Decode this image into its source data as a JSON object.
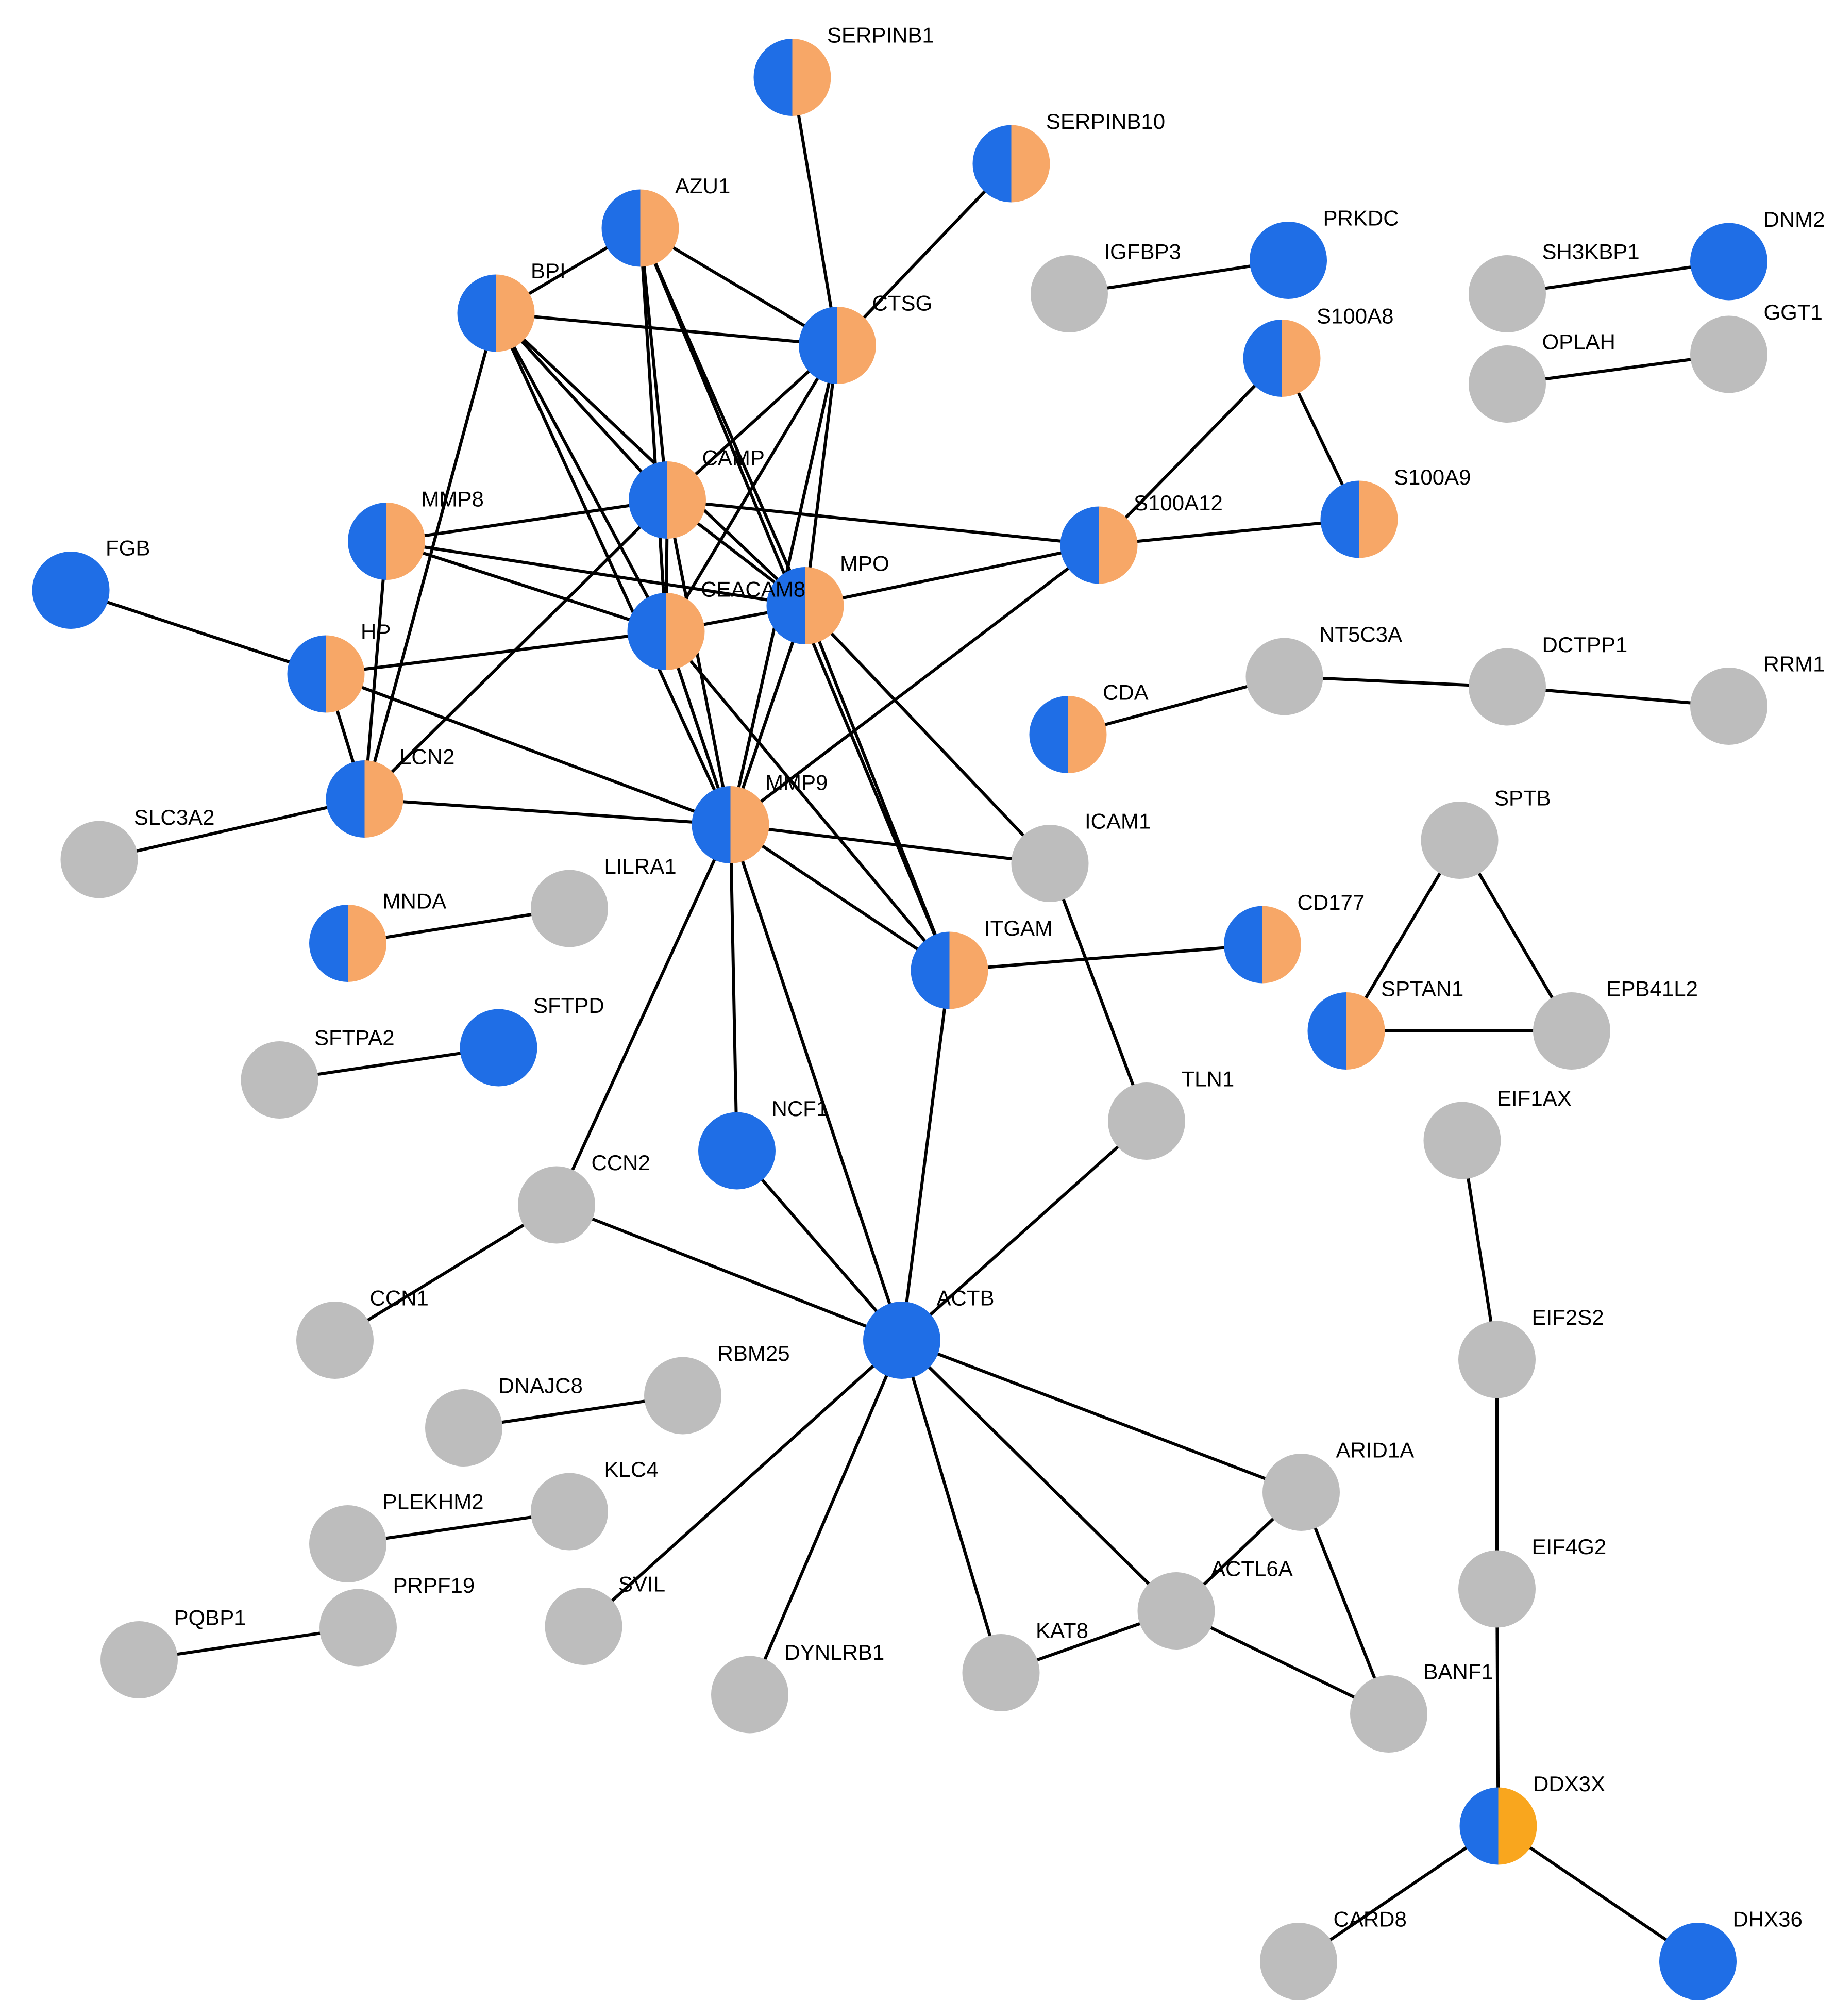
{
  "palette": {
    "blue": "#1f6ee6",
    "light_orange": "#f7a767",
    "orange": "#f9a61e",
    "grey": "#bdbdbd",
    "edge": "#000000"
  },
  "nodes": [
    {
      "id": "SERPINB1",
      "label": "SERPINB1",
      "fill": "split"
    },
    {
      "id": "SERPINB10",
      "label": "SERPINB10",
      "fill": "split"
    },
    {
      "id": "AZU1",
      "label": "AZU1",
      "fill": "split"
    },
    {
      "id": "BPI",
      "label": "BPI",
      "fill": "split"
    },
    {
      "id": "CTSG",
      "label": "CTSG",
      "fill": "split"
    },
    {
      "id": "CAMP",
      "label": "CAMP",
      "fill": "split"
    },
    {
      "id": "MMP8",
      "label": "MMP8",
      "fill": "split"
    },
    {
      "id": "MPO",
      "label": "MPO",
      "fill": "split"
    },
    {
      "id": "CEACAM8",
      "label": "CEACAM8",
      "fill": "split"
    },
    {
      "id": "HP",
      "label": "HP",
      "fill": "split"
    },
    {
      "id": "LCN2",
      "label": "LCN2",
      "fill": "split"
    },
    {
      "id": "MMP9",
      "label": "MMP9",
      "fill": "split"
    },
    {
      "id": "S100A8",
      "label": "S100A8",
      "fill": "split"
    },
    {
      "id": "S100A9",
      "label": "S100A9",
      "fill": "split"
    },
    {
      "id": "S100A12",
      "label": "S100A12",
      "fill": "split"
    },
    {
      "id": "CDA",
      "label": "CDA",
      "fill": "split"
    },
    {
      "id": "MNDA",
      "label": "MNDA",
      "fill": "split"
    },
    {
      "id": "ITGAM",
      "label": "ITGAM",
      "fill": "split"
    },
    {
      "id": "CD177",
      "label": "CD177",
      "fill": "split"
    },
    {
      "id": "SPTAN1",
      "label": "SPTAN1",
      "fill": "split"
    },
    {
      "id": "DDX3X",
      "label": "DDX3X",
      "fill": "split_orange"
    },
    {
      "id": "FGB",
      "label": "FGB",
      "fill": "blue"
    },
    {
      "id": "PRKDC",
      "label": "PRKDC",
      "fill": "blue"
    },
    {
      "id": "DNM2",
      "label": "DNM2",
      "fill": "blue"
    },
    {
      "id": "SFTPD",
      "label": "SFTPD",
      "fill": "blue"
    },
    {
      "id": "NCF1",
      "label": "NCF1",
      "fill": "blue"
    },
    {
      "id": "ACTB",
      "label": "ACTB",
      "fill": "blue"
    },
    {
      "id": "DHX36",
      "label": "DHX36",
      "fill": "blue"
    },
    {
      "id": "IGFBP3",
      "label": "IGFBP3",
      "fill": "grey"
    },
    {
      "id": "SH3KBP1",
      "label": "SH3KBP1",
      "fill": "grey"
    },
    {
      "id": "GGT1",
      "label": "GGT1",
      "fill": "grey"
    },
    {
      "id": "OPLAH",
      "label": "OPLAH",
      "fill": "grey"
    },
    {
      "id": "NT5C3A",
      "label": "NT5C3A",
      "fill": "grey"
    },
    {
      "id": "DCTPP1",
      "label": "DCTPP1",
      "fill": "grey"
    },
    {
      "id": "RRM1",
      "label": "RRM1",
      "fill": "grey"
    },
    {
      "id": "SLC3A2",
      "label": "SLC3A2",
      "fill": "grey"
    },
    {
      "id": "LILRA1",
      "label": "LILRA1",
      "fill": "grey"
    },
    {
      "id": "ICAM1",
      "label": "ICAM1",
      "fill": "grey"
    },
    {
      "id": "SPTB",
      "label": "SPTB",
      "fill": "grey"
    },
    {
      "id": "EPB41L2",
      "label": "EPB41L2",
      "fill": "grey"
    },
    {
      "id": "SFTPA2",
      "label": "SFTPA2",
      "fill": "grey"
    },
    {
      "id": "TLN1",
      "label": "TLN1",
      "fill": "grey"
    },
    {
      "id": "EIF1AX",
      "label": "EIF1AX",
      "fill": "grey"
    },
    {
      "id": "CCN2",
      "label": "CCN2",
      "fill": "grey"
    },
    {
      "id": "CCN1",
      "label": "CCN1",
      "fill": "grey"
    },
    {
      "id": "EIF2S2",
      "label": "EIF2S2",
      "fill": "grey"
    },
    {
      "id": "DNAJC8",
      "label": "DNAJC8",
      "fill": "grey"
    },
    {
      "id": "RBM25",
      "label": "RBM25",
      "fill": "grey"
    },
    {
      "id": "ARID1A",
      "label": "ARID1A",
      "fill": "grey"
    },
    {
      "id": "KLC4",
      "label": "KLC4",
      "fill": "grey"
    },
    {
      "id": "PLEKHM2",
      "label": "PLEKHM2",
      "fill": "grey"
    },
    {
      "id": "EIF4G2",
      "label": "EIF4G2",
      "fill": "grey"
    },
    {
      "id": "ACTL6A",
      "label": "ACTL6A",
      "fill": "grey"
    },
    {
      "id": "PRPF19",
      "label": "PRPF19",
      "fill": "grey"
    },
    {
      "id": "PQBP1",
      "label": "PQBP1",
      "fill": "grey"
    },
    {
      "id": "SVIL",
      "label": "SVIL",
      "fill": "grey"
    },
    {
      "id": "KAT8",
      "label": "KAT8",
      "fill": "grey"
    },
    {
      "id": "DYNLRB1",
      "label": "DYNLRB1",
      "fill": "grey"
    },
    {
      "id": "BANF1",
      "label": "BANF1",
      "fill": "grey"
    },
    {
      "id": "CARD8",
      "label": "CARD8",
      "fill": "grey"
    }
  ],
  "edges": [
    [
      "SERPINB1",
      "CTSG"
    ],
    [
      "SERPINB10",
      "CTSG"
    ],
    [
      "AZU1",
      "BPI"
    ],
    [
      "AZU1",
      "CTSG"
    ],
    [
      "AZU1",
      "CAMP"
    ],
    [
      "AZU1",
      "CEACAM8"
    ],
    [
      "AZU1",
      "MPO"
    ],
    [
      "AZU1",
      "ITGAM"
    ],
    [
      "BPI",
      "CTSG"
    ],
    [
      "BPI",
      "CAMP"
    ],
    [
      "BPI",
      "MPO"
    ],
    [
      "BPI",
      "CEACAM8"
    ],
    [
      "BPI",
      "MMP9"
    ],
    [
      "BPI",
      "LCN2"
    ],
    [
      "CTSG",
      "CAMP"
    ],
    [
      "CTSG",
      "MPO"
    ],
    [
      "CTSG",
      "CEACAM8"
    ],
    [
      "CTSG",
      "MMP9"
    ],
    [
      "CAMP",
      "MMP8"
    ],
    [
      "CAMP",
      "CEACAM8"
    ],
    [
      "CAMP",
      "MPO"
    ],
    [
      "CAMP",
      "S100A12"
    ],
    [
      "CAMP",
      "LCN2"
    ],
    [
      "CAMP",
      "MMP9"
    ],
    [
      "MMP8",
      "MPO"
    ],
    [
      "MMP8",
      "CEACAM8"
    ],
    [
      "MMP8",
      "LCN2"
    ],
    [
      "MPO",
      "CEACAM8"
    ],
    [
      "MPO",
      "S100A12"
    ],
    [
      "MPO",
      "MMP9"
    ],
    [
      "MPO",
      "ITGAM"
    ],
    [
      "MPO",
      "ICAM1"
    ],
    [
      "CEACAM8",
      "HP"
    ],
    [
      "CEACAM8",
      "MMP9"
    ],
    [
      "CEACAM8",
      "ITGAM"
    ],
    [
      "HP",
      "FGB"
    ],
    [
      "HP",
      "LCN2"
    ],
    [
      "HP",
      "MMP9"
    ],
    [
      "LCN2",
      "SLC3A2"
    ],
    [
      "LCN2",
      "MMP9"
    ],
    [
      "MMP9",
      "S100A12"
    ],
    [
      "MMP9",
      "ICAM1"
    ],
    [
      "MMP9",
      "ITGAM"
    ],
    [
      "MMP9",
      "NCF1"
    ],
    [
      "MMP9",
      "CCN2"
    ],
    [
      "MMP9",
      "ACTB"
    ],
    [
      "S100A12",
      "S100A8"
    ],
    [
      "S100A12",
      "S100A9"
    ],
    [
      "S100A8",
      "S100A9"
    ],
    [
      "IGFBP3",
      "PRKDC"
    ],
    [
      "SH3KBP1",
      "DNM2"
    ],
    [
      "OPLAH",
      "GGT1"
    ],
    [
      "CDA",
      "NT5C3A"
    ],
    [
      "NT5C3A",
      "DCTPP1"
    ],
    [
      "DCTPP1",
      "RRM1"
    ],
    [
      "MNDA",
      "LILRA1"
    ],
    [
      "ITGAM",
      "CD177"
    ],
    [
      "ITGAM",
      "ACTB"
    ],
    [
      "ICAM1",
      "TLN1"
    ],
    [
      "SFTPA2",
      "SFTPD"
    ],
    [
      "SPTB",
      "SPTAN1"
    ],
    [
      "SPTB",
      "EPB41L2"
    ],
    [
      "SPTAN1",
      "EPB41L2"
    ],
    [
      "NCF1",
      "ACTB"
    ],
    [
      "CCN2",
      "CCN1"
    ],
    [
      "CCN2",
      "ACTB"
    ],
    [
      "TLN1",
      "ACTB"
    ],
    [
      "ACTB",
      "ARID1A"
    ],
    [
      "ACTB",
      "ACTL6A"
    ],
    [
      "ACTB",
      "SVIL"
    ],
    [
      "ACTB",
      "DYNLRB1"
    ],
    [
      "ACTB",
      "KAT8"
    ],
    [
      "ARID1A",
      "ACTL6A"
    ],
    [
      "ARID1A",
      "BANF1"
    ],
    [
      "ACTL6A",
      "BANF1"
    ],
    [
      "ACTL6A",
      "KAT8"
    ],
    [
      "DNAJC8",
      "RBM25"
    ],
    [
      "PLEKHM2",
      "KLC4"
    ],
    [
      "PQBP1",
      "PRPF19"
    ],
    [
      "EIF1AX",
      "EIF2S2"
    ],
    [
      "EIF2S2",
      "EIF4G2"
    ],
    [
      "EIF4G2",
      "DDX3X"
    ],
    [
      "DDX3X",
      "CARD8"
    ],
    [
      "DDX3X",
      "DHX36"
    ]
  ]
}
